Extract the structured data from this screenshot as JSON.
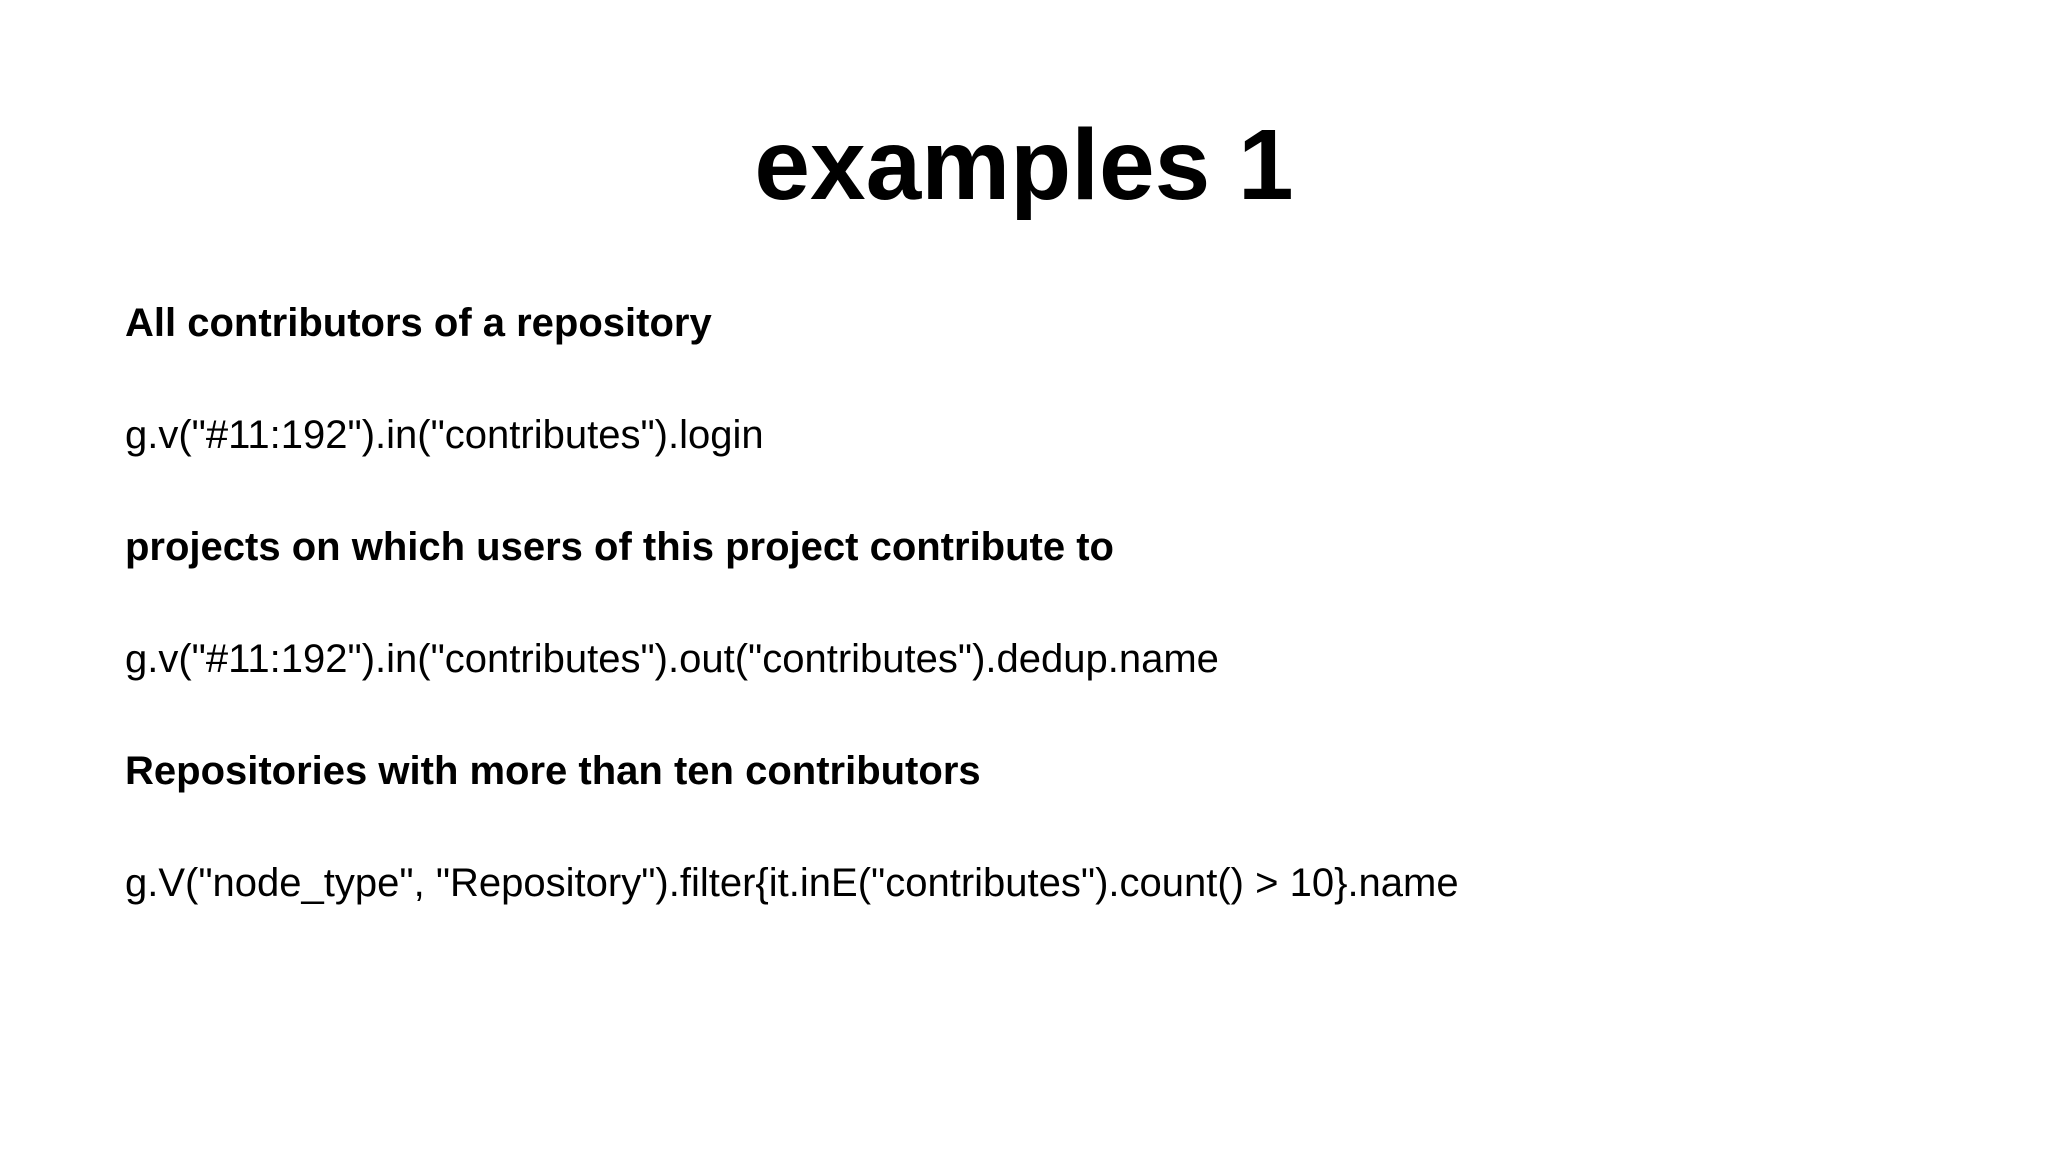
{
  "slide": {
    "title": "examples 1",
    "blocks": [
      {
        "heading": "All contributors of a repository",
        "code": "g.v(\"#11:192\").in(\"contributes\").login"
      },
      {
        "heading": "projects on which users of this project contribute to",
        "code": "g.v(\"#11:192\").in(\"contributes\").out(\"contributes\").dedup.name"
      },
      {
        "heading": "Repositories with more than ten contributors",
        "code": "g.V(\"node_type\", \"Repository\").filter{it.inE(\"contributes\").count() > 10}.name"
      }
    ]
  }
}
